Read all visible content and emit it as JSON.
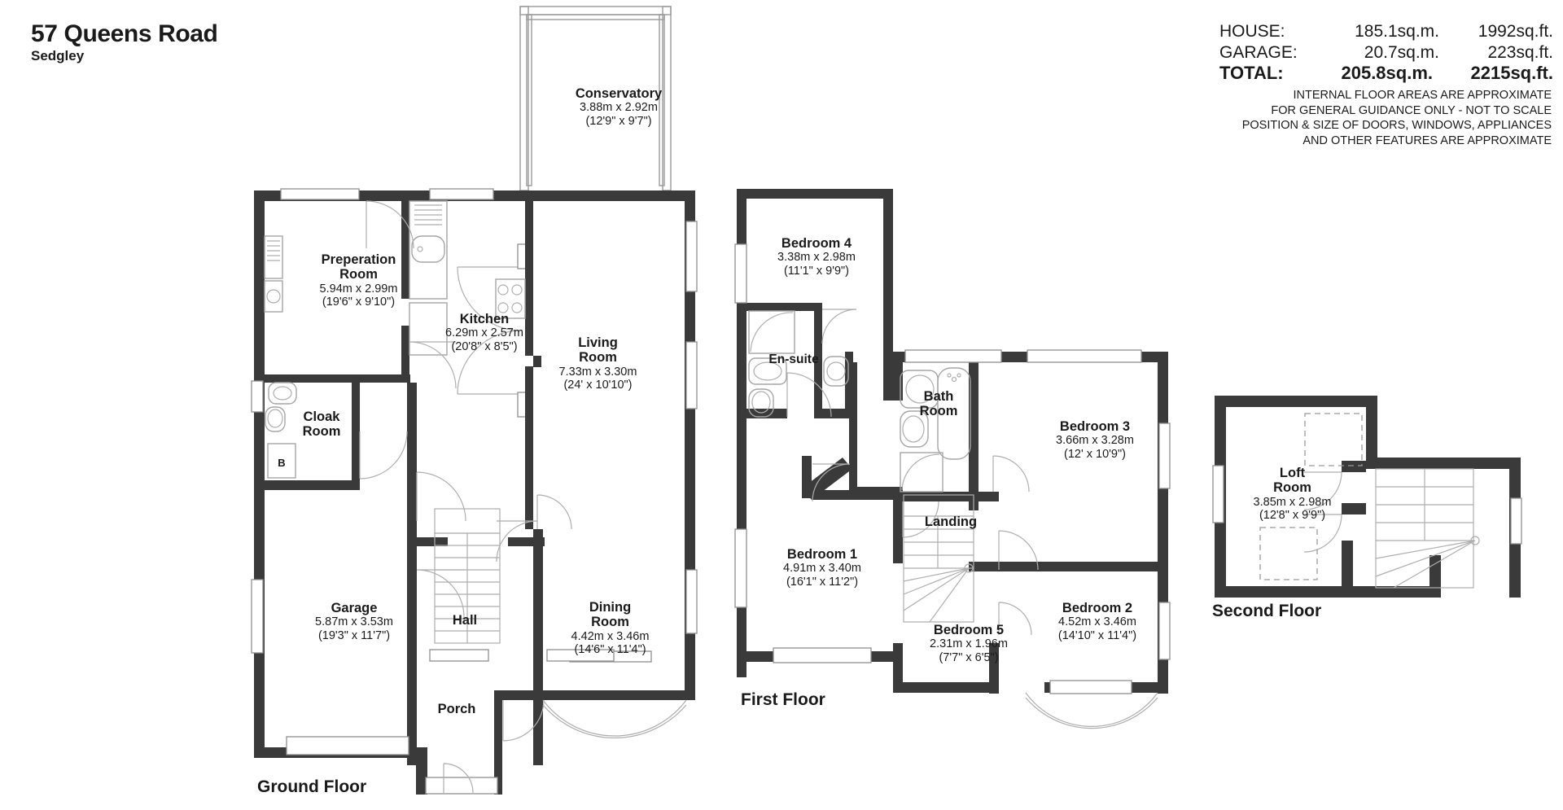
{
  "header": {
    "title": "57 Queens Road",
    "subtitle": "Sedgley"
  },
  "areas": {
    "rows": [
      {
        "label": "HOUSE:",
        "sqm": "185.1sq.m.",
        "sqft": "1992sq.ft."
      },
      {
        "label": "GARAGE:",
        "sqm": "20.7sq.m.",
        "sqft": "223sq.ft."
      }
    ],
    "total": {
      "label": "TOTAL:",
      "sqm": "205.8sq.m.",
      "sqft": "2215sq.ft."
    },
    "disclaimer": [
      "INTERNAL FLOOR AREAS ARE APPROXIMATE",
      "FOR GENERAL GUIDANCE ONLY - NOT TO SCALE",
      "POSITION & SIZE OF DOORS, WINDOWS, APPLIANCES",
      "AND OTHER FEATURES ARE APPROXIMATE"
    ]
  },
  "floors": {
    "ground": "Ground Floor",
    "first": "First Floor",
    "second": "Second Floor"
  },
  "rooms": {
    "conservatory": {
      "name": "Conservatory",
      "metric": "3.88m x 2.92m",
      "imperial": "(12'9\" x 9'7\")"
    },
    "preperation": {
      "name": "Preperation\nRoom",
      "metric": "5.94m x 2.99m",
      "imperial": "(19'6\" x 9'10\")"
    },
    "kitchen": {
      "name": "Kitchen",
      "metric": "6.29m x 2.57m",
      "imperial": "(20'8\" x 8'5\")"
    },
    "living": {
      "name": "Living\nRoom",
      "metric": "7.33m x 3.30m",
      "imperial": "(24' x 10'10\")"
    },
    "cloak": {
      "name": "Cloak\nRoom",
      "metric": "",
      "imperial": ""
    },
    "garage": {
      "name": "Garage",
      "metric": "5.87m x 3.53m",
      "imperial": "(19'3\" x 11'7\")"
    },
    "hall": {
      "name": "Hall",
      "metric": "",
      "imperial": ""
    },
    "dining": {
      "name": "Dining\nRoom",
      "metric": "4.42m x 3.46m",
      "imperial": "(14'6\" x 11'4\")"
    },
    "porch": {
      "name": "Porch",
      "metric": "",
      "imperial": ""
    },
    "bedroom4": {
      "name": "Bedroom 4",
      "metric": "3.38m x 2.98m",
      "imperial": "(11'1\" x 9'9\")"
    },
    "ensuite": {
      "name": "En-suite",
      "metric": "",
      "imperial": ""
    },
    "bathroom": {
      "name": "Bath\nRoom",
      "metric": "",
      "imperial": ""
    },
    "bedroom3": {
      "name": "Bedroom 3",
      "metric": "3.66m x 3.28m",
      "imperial": "(12' x 10'9\")"
    },
    "bedroom1": {
      "name": "Bedroom 1",
      "metric": "4.91m x 3.40m",
      "imperial": "(16'1\" x 11'2\")"
    },
    "landing": {
      "name": "Landing",
      "metric": "",
      "imperial": ""
    },
    "bedroom5": {
      "name": "Bedroom 5",
      "metric": "2.31m x 1.96m",
      "imperial": "(7'7\" x 6'5\")"
    },
    "bedroom2": {
      "name": "Bedroom 2",
      "metric": "4.52m x 3.46m",
      "imperial": "(14'10\" x 11'4\")"
    },
    "loft": {
      "name": "Loft\nRoom",
      "metric": "3.85m x 2.98m",
      "imperial": "(12'8\" x 9'9\")"
    }
  },
  "markers": {
    "boiler": "B"
  },
  "colors": {
    "wall": "#3a3a3a",
    "thin_line": "#8c8c8c",
    "text": "#1a1a1a",
    "background": "#ffffff"
  }
}
